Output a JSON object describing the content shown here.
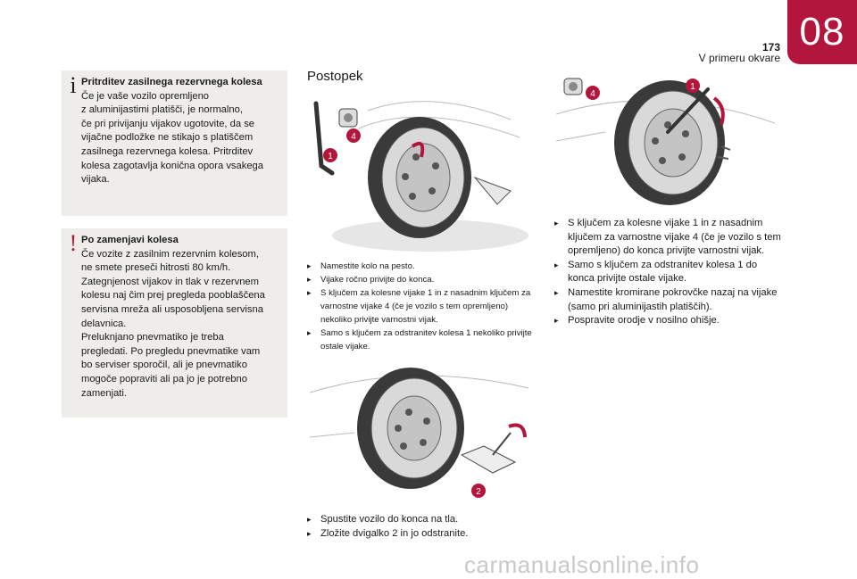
{
  "header": {
    "chapter": "08",
    "page_number": "173",
    "page_title": "V primeru okvare"
  },
  "box_info": {
    "icon": "i",
    "title": "Pritrditev zasilnega rezervnega kolesa",
    "lines": [
      "Če je vaše vozilo opremljeno",
      "z aluminijastimi platišči, je normalno,",
      "če pri privijanju vijakov ugotovite, da se",
      "vijačne podložke ne stikajo s platiščem",
      "zasilnega rezervnega kolesa. Pritrditev",
      "kolesa zagotavlja konična opora vsakega",
      "vijaka."
    ]
  },
  "box_warning": {
    "icon": "!",
    "title": "Po zamenjavi kolesa",
    "lines": [
      "Če vozite z zasilnim rezervnim kolesom,",
      "ne smete preseči hitrosti 80 km/h.",
      "Zategnjenost vijakov in tlak v rezervnem",
      "kolesu naj čim prej pregleda pooblaščena",
      "servisna mreža ali usposobljena servisna",
      "delavnica.",
      "Preluknjano pnevmatiko je treba",
      "pregledati. Po pregledu pnevmatike vam",
      "bo serviser sporočil, ali je pnevmatiko",
      "mogoče popraviti ali pa jo je potrebno",
      "zamenjati."
    ]
  },
  "section": {
    "title": "Postopek"
  },
  "figures": {
    "fig1_labels": [
      "4",
      "1"
    ],
    "fig2_labels": [
      "2"
    ],
    "fig3_labels": [
      "4",
      "1"
    ]
  },
  "steps_a": {
    "bullet": "",
    "items": [
      "Namestite kolo na pesto.",
      "Vijake ročno privijte do konca.",
      "S ključem za kolesne vijake 1 in z nasadnim ključem za varnostne vijake 4 (če je vozilo s tem opremljeno) nekoliko privijte varnostni vijak.",
      "Samo s ključem za odstranitev kolesa 1 nekoliko privijte ostale vijake."
    ]
  },
  "steps_b": {
    "items": [
      "Spustite vozilo do konca na tla.",
      "Zložite dvigalko 2 in jo odstranite."
    ]
  },
  "steps_c": {
    "items": [
      "S ključem za kolesne vijake 1 in z nasadnim ključem za varnostne vijake 4 (če je vozilo s tem opremljeno) do konca privijte varnostni vijak.",
      "Samo s ključem za odstranitev kolesa 1 do konca privijte ostale vijake.",
      "Namestite kromirane pokrovčke nazaj na vijake (samo pri aluminijastih platiščih).",
      "Pospravite orodje v nosilno ohišje."
    ]
  },
  "watermark": "carmanualsonline.info",
  "colors": {
    "accent": "#b3163c",
    "box_bg": "#efedea"
  }
}
